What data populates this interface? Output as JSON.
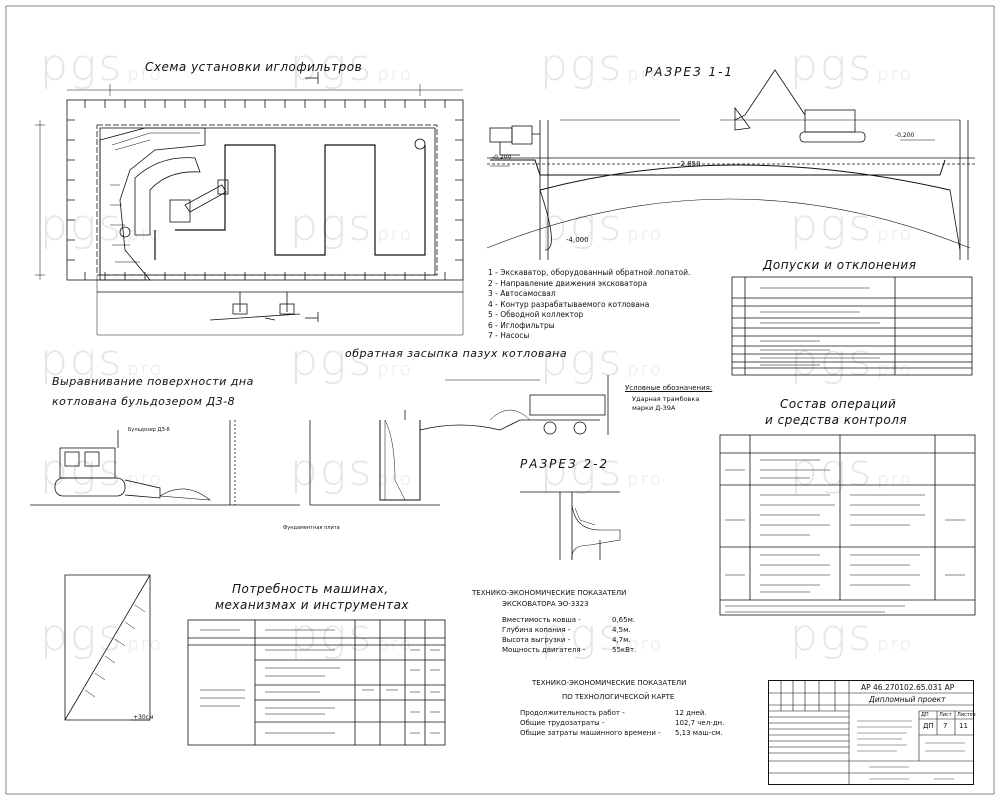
{
  "watermark": {
    "main": "pgs",
    "sub": "pro"
  },
  "titles": {
    "scheme": "Схема установки иглофильтров",
    "section11": "РАЗРЕЗ 1-1",
    "section22": "РАЗРЕЗ 2-2",
    "tolerances": "Допуски и отклонения",
    "backfill": "обратная засыпка пазух котлована",
    "leveling_line1": "Выравнивание поверхности дна",
    "leveling_line2": "котлована бульдозером ДЗ-8",
    "operations_line1": "Состав операций",
    "operations_line2": "и средства контроля",
    "machines_line1": "Потребность машинах,",
    "machines_line2": "механизмах и инструментах"
  },
  "legend": [
    "1 - Экскаватор, оборудованный обратной лопатой.",
    "2 - Направление движения эксковатора",
    "3 - Автосамосвал",
    "4 - Контур разрабатываемого котлована",
    "5 - Обводной коллектор",
    "6 - Иглофильтры",
    "7 - Насосы"
  ],
  "levels": {
    "l1": "-2,850",
    "l2": "-4,000",
    "l3": "-0,200",
    "l4": "-0,200",
    "l5": "+30см"
  },
  "symbols": {
    "heading": "Условные обозначения:",
    "item_line1": "Ударная трамбовка",
    "item_line2": "марки Д-39А"
  },
  "bulldozer_label": "Бульдозер ДЗ-8",
  "foundation_label": "Фундаментная плита",
  "excavator_tep": {
    "heading1": "ТЕХНИКО-ЭКОНОМИЧЕСКИЕ ПОКАЗАТЕЛИ",
    "heading2": "ЭКСКОВАТОРА ЭО-3323",
    "rows": [
      {
        "label": "Вместимость ковша -",
        "value": "0,65м."
      },
      {
        "label": "Глубина копания -",
        "value": "4,5м."
      },
      {
        "label": "Высота выгрузки -",
        "value": "4,7м."
      },
      {
        "label": "Мощность двигателя -",
        "value": "55кВт."
      }
    ]
  },
  "tech_tep": {
    "heading1": "ТЕХНИКО-ЭКОНОМИЧЕСКИЕ ПОКАЗАТЕЛИ",
    "heading2": "ПО ТЕХНОЛОГИЧЕСКОЙ КАРТЕ",
    "rows": [
      {
        "label": "Продолжительность работ -",
        "value": "12 дней."
      },
      {
        "label": "Общие трудозатраты -",
        "value": "102,7 чел-дн."
      },
      {
        "label": "Общие затраты машинного времени -",
        "value": "5,13 маш-см."
      }
    ]
  },
  "stamp": {
    "code": "АР 46.270102.65.031 АР",
    "project": "Дипломный проект",
    "sheet_label": "Лист",
    "sheet": "7",
    "sheets_label": "Листов",
    "sheets": "11",
    "stage": "ДП"
  }
}
